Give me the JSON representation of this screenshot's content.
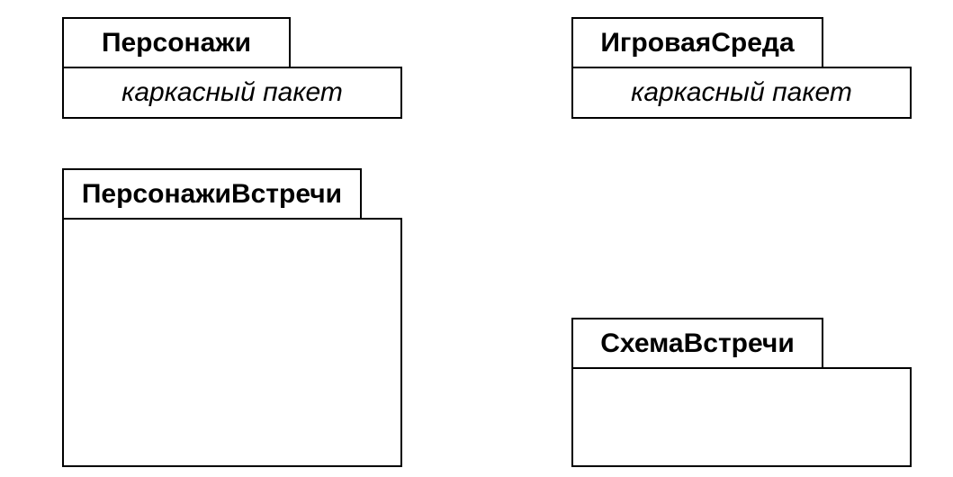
{
  "packages": [
    {
      "name": "Персонажи",
      "stereotype": "каркасный пакет"
    },
    {
      "name": "ИгроваяСреда",
      "stereotype": "каркасный пакет"
    },
    {
      "name": "ПерсонажиВстречи",
      "stereotype": ""
    },
    {
      "name": "СхемаВстречи",
      "stereotype": ""
    }
  ]
}
